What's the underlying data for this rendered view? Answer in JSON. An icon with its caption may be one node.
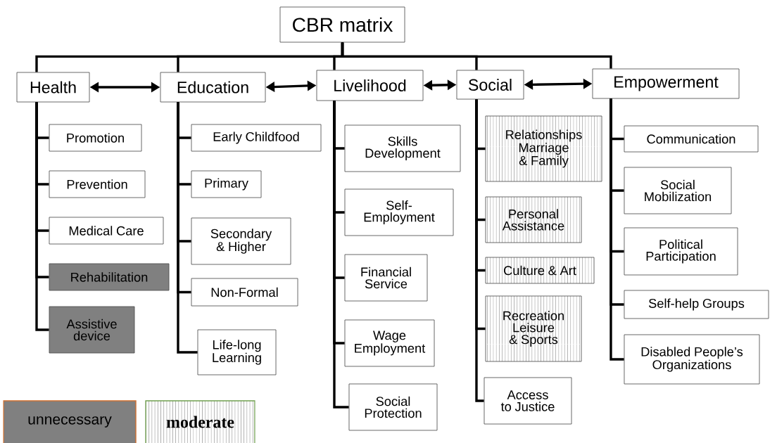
{
  "diagram": {
    "nodes": [
      {
        "text": [
          "CBR matrix"
        ]
      },
      {
        "text": [
          "Health"
        ]
      },
      {
        "text": [
          "Education"
        ]
      },
      {
        "text": [
          "Livelihood"
        ]
      },
      {
        "text": [
          "Social"
        ]
      },
      {
        "text": [
          "Empowerment"
        ]
      },
      {
        "text": [
          "Promotion"
        ]
      },
      {
        "text": [
          "Prevention"
        ]
      },
      {
        "text": [
          "Medical Care"
        ]
      },
      {
        "text": [
          "Rehabilitation"
        ]
      },
      {
        "text": [
          "Assistive device"
        ]
      },
      {
        "text": [
          "Early Childfood"
        ]
      },
      {
        "text": [
          "Primary"
        ]
      },
      {
        "text": [
          "Secondary & Higher"
        ]
      },
      {
        "text": [
          "Non-Formal"
        ]
      },
      {
        "text": [
          "Life-long Learning"
        ]
      },
      {
        "text": [
          "Skills Development"
        ]
      },
      {
        "text": [
          "Self-Employment"
        ]
      },
      {
        "text": [
          "Financial Service"
        ]
      },
      {
        "text": [
          "Wage Employment"
        ]
      },
      {
        "text": [
          "Social Protection"
        ]
      },
      {
        "text": [
          "Relationships Marriage & Family"
        ]
      },
      {
        "text": [
          "Personal Assistance"
        ]
      },
      {
        "text": [
          "Culture & Art"
        ]
      },
      {
        "text": [
          "Recreation Leisure & Sports"
        ]
      },
      {
        "text": [
          "Access to Justice"
        ]
      },
      {
        "text": [
          "Communication"
        ]
      },
      {
        "text": [
          "Social Mobilization"
        ]
      },
      {
        "text": [
          "Political Participation"
        ]
      },
      {
        "text": [
          "Self-help Groups"
        ]
      },
      {
        "text": [
          "Disabled People’s Organizations"
        ]
      }
    ],
    "edges": [
      {
        "from": 0,
        "to": 1,
        "arrow": "none"
      },
      {
        "from": 0,
        "to": 2,
        "arrow": "none"
      },
      {
        "from": 0,
        "to": 3,
        "arrow": "none"
      },
      {
        "from": 0,
        "to": 4,
        "arrow": "none"
      },
      {
        "from": 0,
        "to": 5,
        "arrow": "none"
      },
      {
        "from": 1,
        "to": 2,
        "arrow": "both"
      },
      {
        "from": 2,
        "to": 3,
        "arrow": "both"
      },
      {
        "from": 3,
        "to": 4,
        "arrow": "both"
      },
      {
        "from": 4,
        "to": 5,
        "arrow": "both"
      },
      {
        "from": 1,
        "to": 6,
        "arrow": "none"
      },
      {
        "from": 1,
        "to": 7,
        "arrow": "none"
      },
      {
        "from": 1,
        "to": 8,
        "arrow": "none"
      },
      {
        "from": 1,
        "to": 9,
        "arrow": "none"
      },
      {
        "from": 1,
        "to": 10,
        "arrow": "none"
      },
      {
        "from": 2,
        "to": 11,
        "arrow": "none"
      },
      {
        "from": 2,
        "to": 12,
        "arrow": "none"
      },
      {
        "from": 2,
        "to": 13,
        "arrow": "none"
      },
      {
        "from": 2,
        "to": 14,
        "arrow": "none"
      },
      {
        "from": 2,
        "to": 15,
        "arrow": "none"
      },
      {
        "from": 3,
        "to": 16,
        "arrow": "none"
      },
      {
        "from": 3,
        "to": 17,
        "arrow": "none"
      },
      {
        "from": 3,
        "to": 18,
        "arrow": "none"
      },
      {
        "from": 3,
        "to": 19,
        "arrow": "none"
      },
      {
        "from": 3,
        "to": 20,
        "arrow": "none"
      },
      {
        "from": 4,
        "to": 21,
        "arrow": "none"
      },
      {
        "from": 4,
        "to": 22,
        "arrow": "none"
      },
      {
        "from": 4,
        "to": 23,
        "arrow": "none"
      },
      {
        "from": 4,
        "to": 24,
        "arrow": "none"
      },
      {
        "from": 4,
        "to": 25,
        "arrow": "none"
      },
      {
        "from": 5,
        "to": 26,
        "arrow": "none"
      },
      {
        "from": 5,
        "to": 27,
        "arrow": "none"
      },
      {
        "from": 5,
        "to": 28,
        "arrow": "none"
      },
      {
        "from": 5,
        "to": 29,
        "arrow": "none"
      },
      {
        "from": 5,
        "to": 30,
        "arrow": "none"
      }
    ],
    "legend": [
      {
        "text": "unnecessary",
        "color": "#808080"
      },
      {
        "text": "moderate"
      }
    ]
  }
}
